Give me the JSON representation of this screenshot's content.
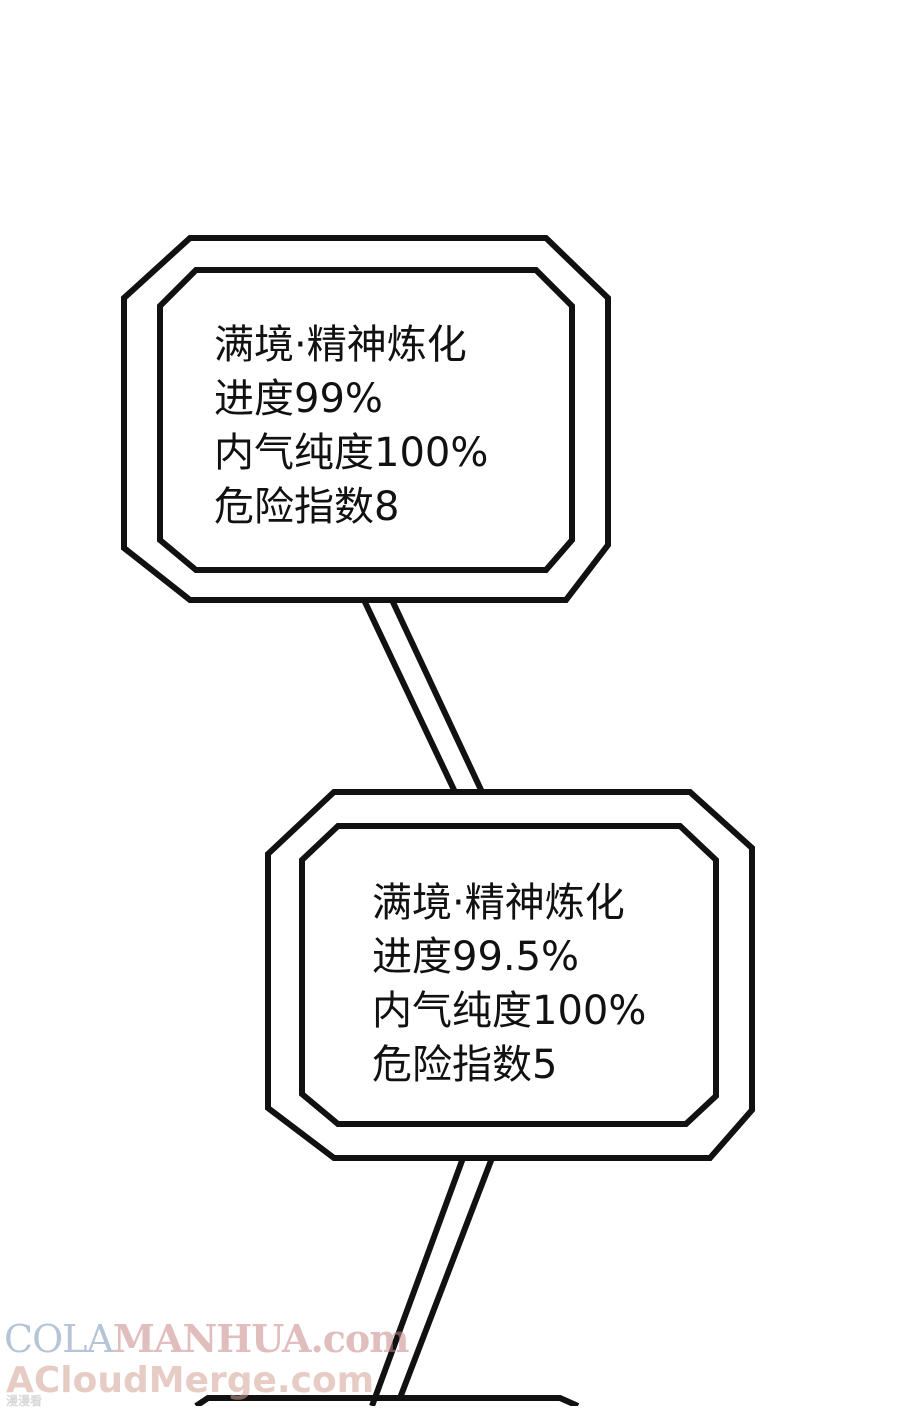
{
  "panels": [
    {
      "lines": [
        "满境·精神炼化",
        "进度99%",
        "内气纯度100%",
        "危险指数8"
      ]
    },
    {
      "lines": [
        "满境·精神炼化",
        "进度99.5%",
        "内气纯度100%",
        "危险指数5"
      ]
    }
  ],
  "watermark": {
    "line1_part1": "COLA",
    "line1_part2": "MANHUA.com",
    "line2": "ACloudMerge.com",
    "line3": "漫漫看"
  },
  "colors": {
    "background": "#ffffff",
    "stroke": "#111111",
    "text": "#111111"
  }
}
